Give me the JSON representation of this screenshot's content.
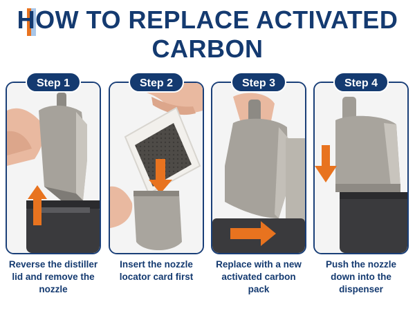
{
  "title": {
    "line1": "HOW TO REPLACE ACTIVATED",
    "line2": "CARBON"
  },
  "colors": {
    "navy": "#143a70",
    "orange": "#e8731f",
    "light_blue": "#a8c6e8",
    "device_gray": "#9e9a92",
    "device_dark": "#3a3a3d"
  },
  "steps": [
    {
      "label": "Step 1",
      "caption_lines": [
        "Reverse the distiller",
        "lid and remove the",
        "nozzle"
      ]
    },
    {
      "label": "Step 2",
      "caption_lines": [
        "Insert the nozzle",
        "locator card first"
      ]
    },
    {
      "label": "Step 3",
      "caption_lines": [
        "Replace with a new",
        "activated carbon",
        "pack"
      ]
    },
    {
      "label": "Step 4",
      "caption_lines": [
        "Push the nozzle",
        "down into the",
        "dispenser"
      ]
    }
  ]
}
